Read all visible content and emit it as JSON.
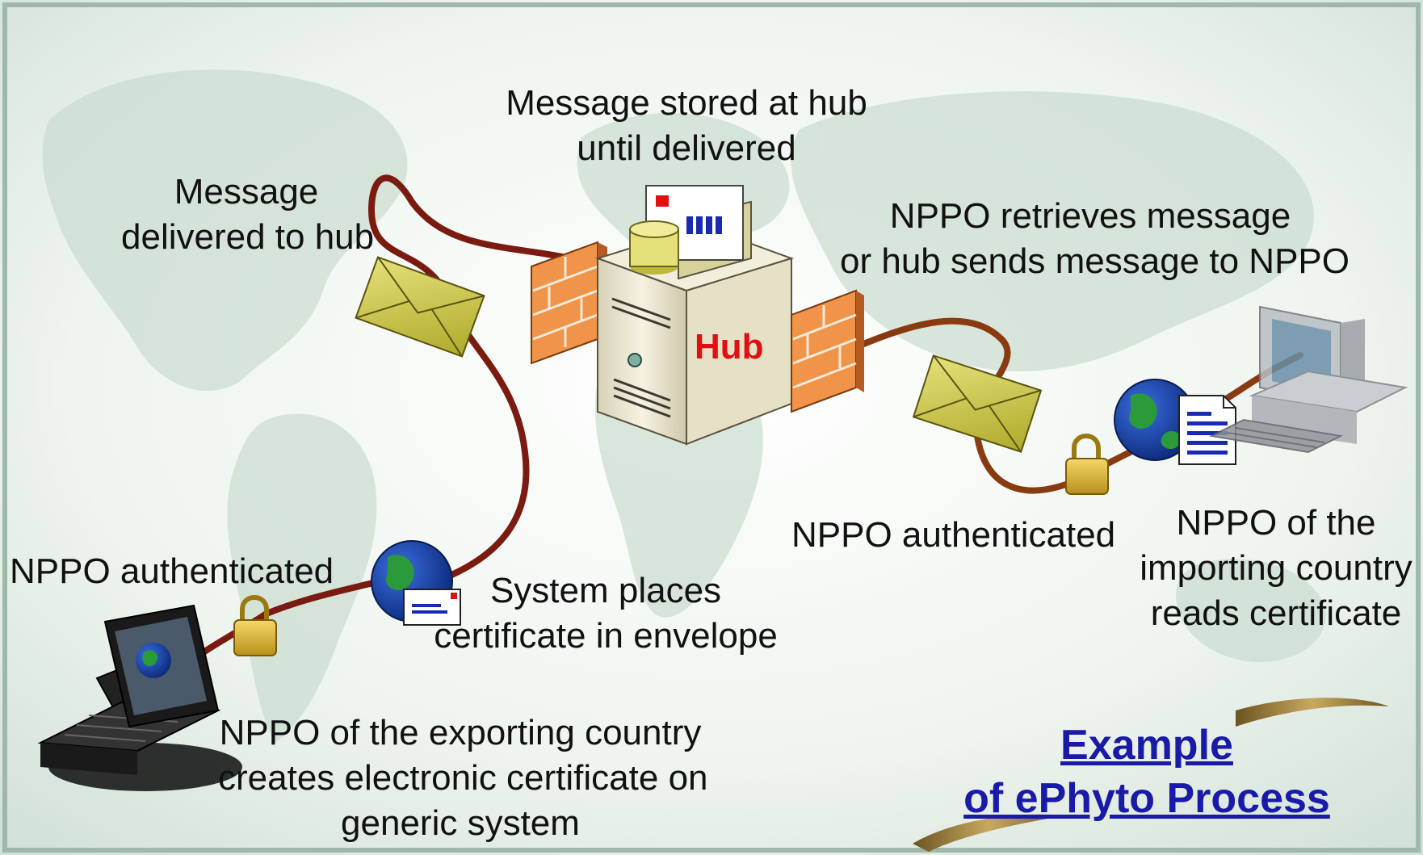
{
  "diagram": {
    "title": {
      "line1": "Example",
      "line2": "of ePhyto Process"
    },
    "hub_label": "Hub",
    "labels": {
      "stored": [
        "Message stored at hub",
        "until delivered"
      ],
      "delivered": [
        "Message",
        "delivered to hub"
      ],
      "retrieves": [
        "NPPO retrieves message",
        "or hub sends message to NPPO"
      ],
      "auth_left": "NPPO authenticated",
      "auth_right": "NPPO authenticated",
      "system_places": [
        "System places",
        "certificate in envelope"
      ],
      "exporting": [
        "NPPO of the exporting country",
        "creates electronic certificate on",
        "generic system"
      ],
      "importing": [
        "NPPO of the",
        "importing country",
        "reads certificate"
      ]
    }
  },
  "colors": {
    "cable": "#7a1a10",
    "cable_right": "#8a3a10",
    "hub_text": "#e01010",
    "title": "#1a1aa8",
    "envelope": "#c8c43a",
    "firewall": "#e88a3a"
  }
}
